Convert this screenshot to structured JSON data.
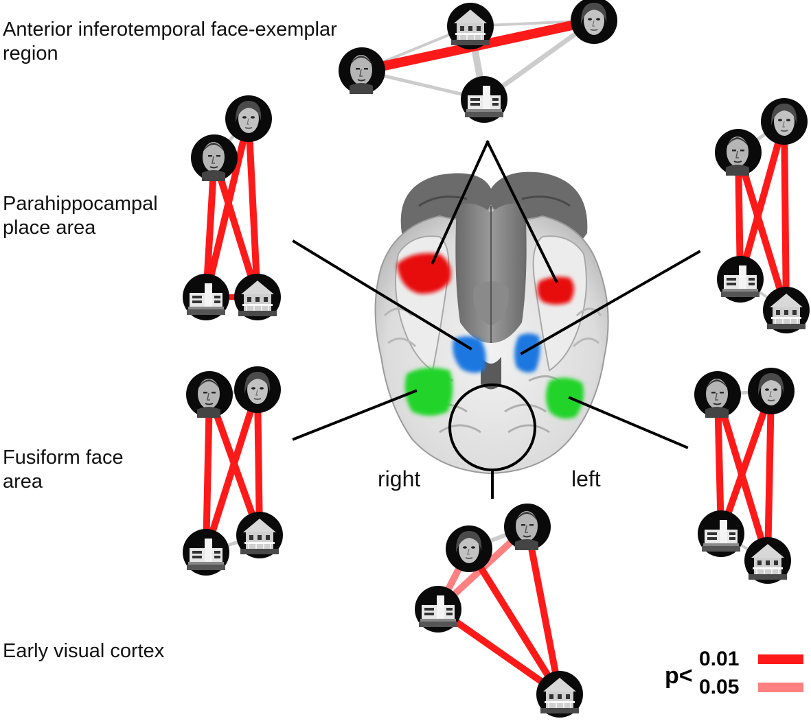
{
  "labels": {
    "ait": [
      "Anterior inferotemporal face-exemplar",
      "region"
    ],
    "ppa": [
      "Parahippocampal",
      "place area"
    ],
    "ffa": [
      "Fusiform face",
      "area"
    ],
    "evc": [
      "Early visual cortex"
    ]
  },
  "hemisphere": {
    "right": "right",
    "left": "left"
  },
  "legend": {
    "prefix": "p<",
    "items": [
      {
        "value": "0.01",
        "color": "#ff1a1a"
      },
      {
        "value": "0.05",
        "color": "#ff8080"
      }
    ]
  },
  "colors": {
    "strong": "#ff1a1a",
    "weak": "#ff8080",
    "ns": "#cccccc",
    "ait_roi": "#e81010",
    "ppa_roi": "#1e78e0",
    "ffa_roi": "#22d42a"
  },
  "stimuli": [
    "male-face-icon",
    "female-face-icon",
    "modern-house-icon",
    "old-house-icon"
  ]
}
